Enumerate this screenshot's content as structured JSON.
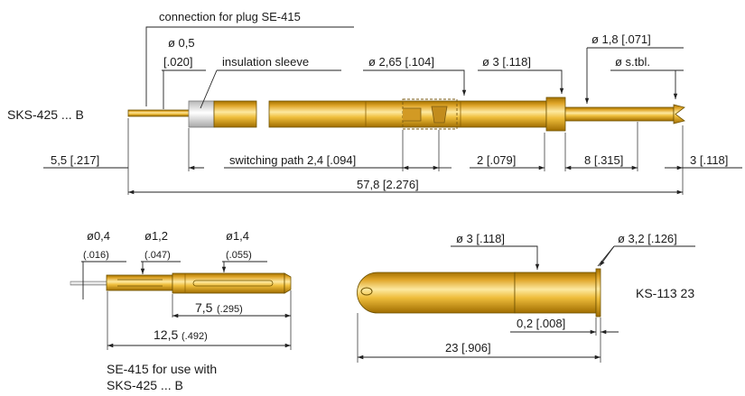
{
  "top_probe": {
    "name": "SKS-425 ... B",
    "plug_callout": "connection for plug SE-415",
    "tip_dia": "ø 0,5",
    "tip_dia_in": "[.020]",
    "sleeve_label": "insulation sleeve",
    "dia_265": "ø 2,65 [.104]",
    "dia_3": "ø 3 [.118]",
    "dia_18": "ø 1,8 [.071]",
    "dia_stbl": "ø s.tbl.",
    "len_55": "5,5 [.217]",
    "switching": "switching path 2,4 [.094]",
    "len_2": "2 [.079]",
    "len_8": "8 [.315]",
    "len_3": "3 [.118]",
    "total": "57,8 [2.276]"
  },
  "plug": {
    "dia_04": "ø0,4",
    "dia_04_in": "(.016)",
    "dia_12": "ø1,2",
    "dia_12_in": "(.047)",
    "dia_14": "ø1,4",
    "dia_14_in": "(.055)",
    "len_75": "7,5",
    "len_75_in": "(.295)",
    "len_125": "12,5",
    "len_125_in": "(.492)",
    "caption_line1": "SE-415 for use with",
    "caption_line2": "SKS-425 ... B"
  },
  "receptacle": {
    "name": "KS-113 23",
    "dia_3": "ø 3 [.118]",
    "dia_32": "ø 3,2 [.126]",
    "collar": "0,2 [.008]",
    "total": "23 [.906]"
  },
  "colors": {
    "gold_light": "#f7d774",
    "gold_mid": "#e3a826",
    "gold_dark": "#a06d00",
    "sleeve": "#f4f4f4"
  }
}
